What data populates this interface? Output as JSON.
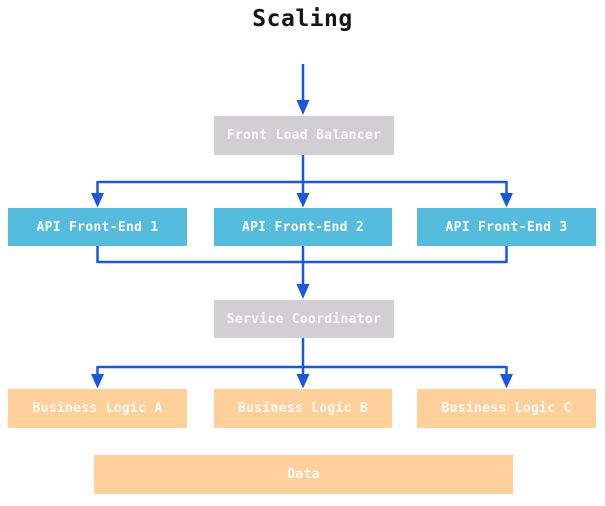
{
  "title": "Scaling",
  "colors": {
    "arrow": "#1b58de",
    "node_gray": "#d2cfd2",
    "node_cyan": "#55bcde",
    "node_orange": "#ffd09a",
    "node_text": "#fafafa",
    "title_text": "#151515"
  },
  "nodes": {
    "front_load_balancer": {
      "label": "Front Load Balancer",
      "type": "gray"
    },
    "api_front_end_1": {
      "label": "API Front-End 1",
      "type": "cyan"
    },
    "api_front_end_2": {
      "label": "API Front-End 2",
      "type": "cyan"
    },
    "api_front_end_3": {
      "label": "API Front-End 3",
      "type": "cyan"
    },
    "service_coordinator": {
      "label": "Service Coordinator",
      "type": "gray"
    },
    "business_logic_a": {
      "label": "Business Logic A",
      "type": "orange"
    },
    "business_logic_b": {
      "label": "Business Logic B",
      "type": "orange"
    },
    "business_logic_c": {
      "label": "Business Logic C",
      "type": "orange"
    },
    "data": {
      "label": "Data",
      "type": "orange"
    }
  },
  "edges": [
    "title -> front_load_balancer",
    "front_load_balancer -> api_front_end_1",
    "front_load_balancer -> api_front_end_2",
    "front_load_balancer -> api_front_end_3",
    "api_front_end_1 -> service_coordinator",
    "api_front_end_2 -> service_coordinator",
    "api_front_end_3 -> service_coordinator",
    "service_coordinator -> business_logic_a",
    "service_coordinator -> business_logic_b",
    "service_coordinator -> business_logic_c"
  ]
}
